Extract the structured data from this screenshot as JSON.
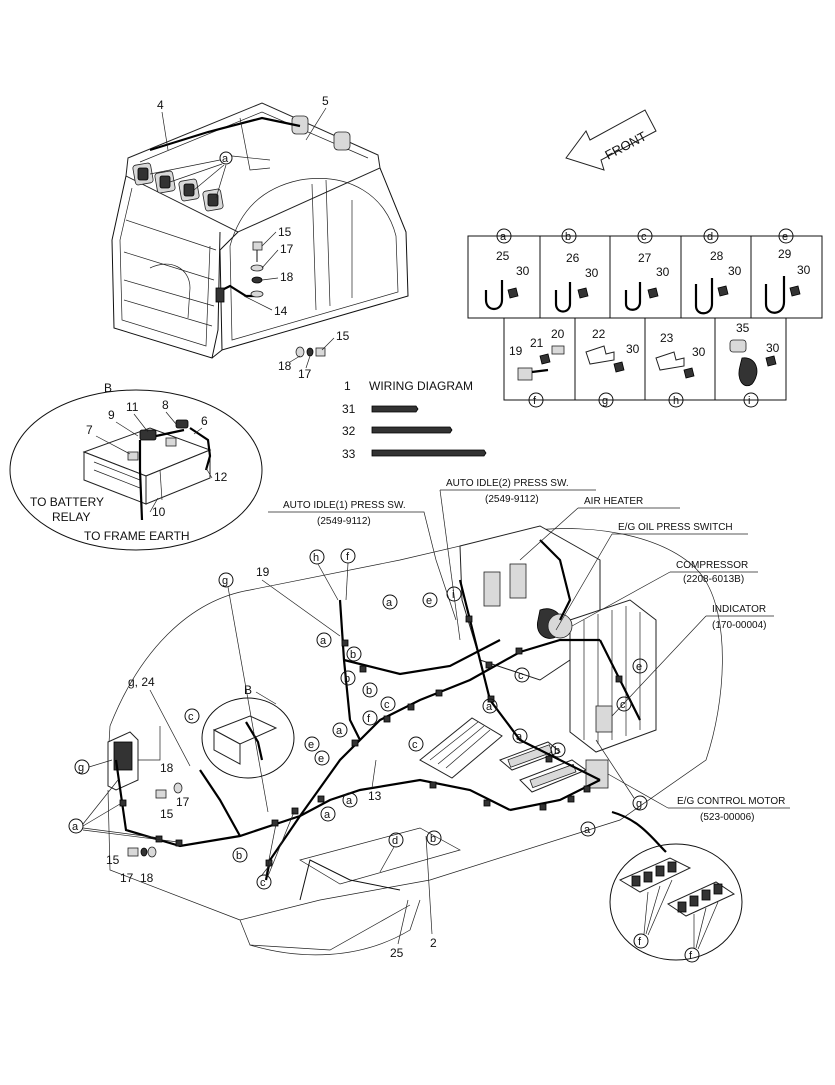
{
  "front_arrow": {
    "label": "FRONT"
  },
  "callouts": {
    "n4": "4",
    "n5": "5",
    "n15a": "15",
    "n17a": "17",
    "n18a": "18",
    "n14": "14",
    "n15b": "15",
    "n18b": "18",
    "n17b": "17",
    "n1": "1",
    "n31": "31",
    "n32": "32",
    "n33": "33",
    "nB": "B",
    "n8": "8",
    "n6": "6",
    "n11": "11",
    "n9": "9",
    "n7": "7",
    "n12": "12",
    "n10": "10",
    "n19a": "19",
    "g24": "g, 24",
    "nB2": "B",
    "n18c": "18",
    "n17c": "17",
    "n15c": "15",
    "n15d": "15",
    "n17d": "17",
    "n18d": "18",
    "n13": "13",
    "n25": "25",
    "n2": "2"
  },
  "table_row1": [
    {
      "letter": "a",
      "part": "25",
      "nut": "30"
    },
    {
      "letter": "b",
      "part": "26",
      "nut": "30"
    },
    {
      "letter": "c",
      "part": "27",
      "nut": "30"
    },
    {
      "letter": "d",
      "part": "28",
      "nut": "30"
    },
    {
      "letter": "e",
      "part": "29",
      "nut": "30"
    }
  ],
  "table_row2": [
    {
      "letter": "f",
      "parts": [
        "19",
        "21",
        "20"
      ]
    },
    {
      "letter": "g",
      "parts": [
        "22",
        "30"
      ]
    },
    {
      "letter": "h",
      "parts": [
        "23",
        "30"
      ]
    },
    {
      "letter": "i",
      "parts": [
        "35",
        "30"
      ]
    }
  ],
  "legend": {
    "wiring_diagram": "WIRING DIAGRAM"
  },
  "battery": {
    "to_battery_relay_1": "TO BATTERY",
    "to_battery_relay_2": "RELAY",
    "to_frame_earth": "TO FRAME EARTH"
  },
  "components": {
    "auto_idle1": "AUTO IDLE(1) PRESS SW.",
    "auto_idle1_pn": "(2549-9112)",
    "auto_idle2": "AUTO IDLE(2) PRESS SW.",
    "auto_idle2_pn": "(2549-9112)",
    "air_heater": "AIR HEATER",
    "eg_oil": "E/G OIL PRESS SWITCH",
    "compressor": "COMPRESSOR",
    "compressor_pn": "(2208-6013B)",
    "indicator": "INDICATOR",
    "indicator_pn": "(170-00004)",
    "eg_control": "E/G CONTROL MOTOR",
    "eg_control_pn": "(523-00006)"
  },
  "letters": [
    "a",
    "b",
    "c",
    "d",
    "e",
    "f",
    "g",
    "h",
    "i"
  ]
}
